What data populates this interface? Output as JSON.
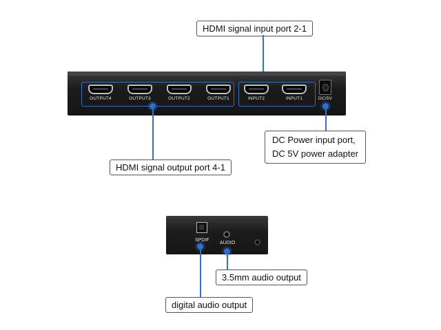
{
  "callouts": {
    "hdmi_input": "HDMI signal input port 2-1",
    "hdmi_output": "HDMI signal output port 4-1",
    "dc_power_line1": "DC Power input port,",
    "dc_power_line2": "DC 5V power adapter",
    "audio_35mm": "3.5mm audio output",
    "digital_audio": "digital audio output"
  },
  "main_device": {
    "outputs": [
      "OUTPUT4",
      "OUTPUT3",
      "OUTPUT2",
      "OUTPUT1"
    ],
    "inputs": [
      "INPUT2",
      "INPUT1"
    ],
    "dc_label": "DC/5V"
  },
  "small_device": {
    "spdif_label": "SPDIF",
    "audio_label": "AUDIO"
  },
  "colors": {
    "accent": "#2f6fcf",
    "device_body": "#1b1b1b"
  }
}
